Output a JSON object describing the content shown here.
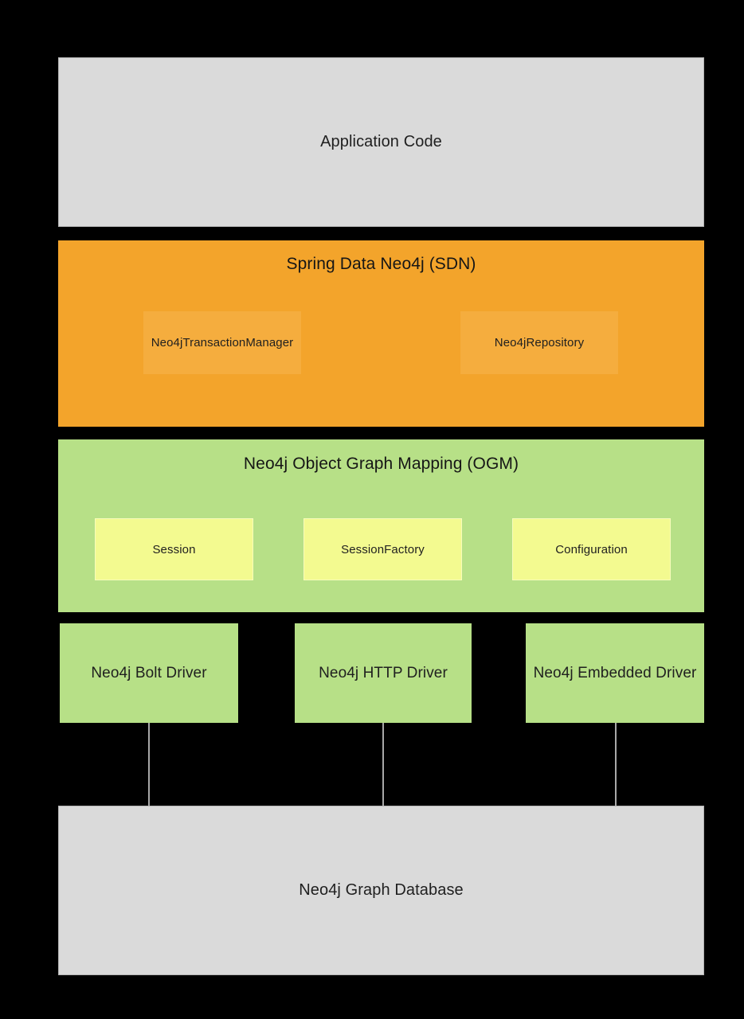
{
  "application": {
    "label": "Application Code"
  },
  "sdn": {
    "title": "Spring Data Neo4j (SDN)",
    "items": [
      {
        "label": "Neo4jTransactionManager"
      },
      {
        "label": "Neo4jRepository"
      }
    ]
  },
  "ogm": {
    "title": "Neo4j Object Graph Mapping (OGM)",
    "items": [
      {
        "label": "Session"
      },
      {
        "label": "SessionFactory"
      },
      {
        "label": "Configuration"
      }
    ]
  },
  "drivers": {
    "items": [
      {
        "label": "Neo4j Bolt Driver"
      },
      {
        "label": "Neo4j HTTP Driver"
      },
      {
        "label": "Neo4j Embedded Driver"
      }
    ]
  },
  "database": {
    "label": "Neo4j Graph Database"
  },
  "colors": {
    "background": "#000000",
    "layer_gray": "#dadada",
    "layer_orange": "#f3a42b",
    "inner_orange": "#f5ad3e",
    "layer_green": "#b7e087",
    "inner_yellow": "#f3fa90",
    "connector_line": "#a8a8a8",
    "text": "#1f1f1f"
  }
}
